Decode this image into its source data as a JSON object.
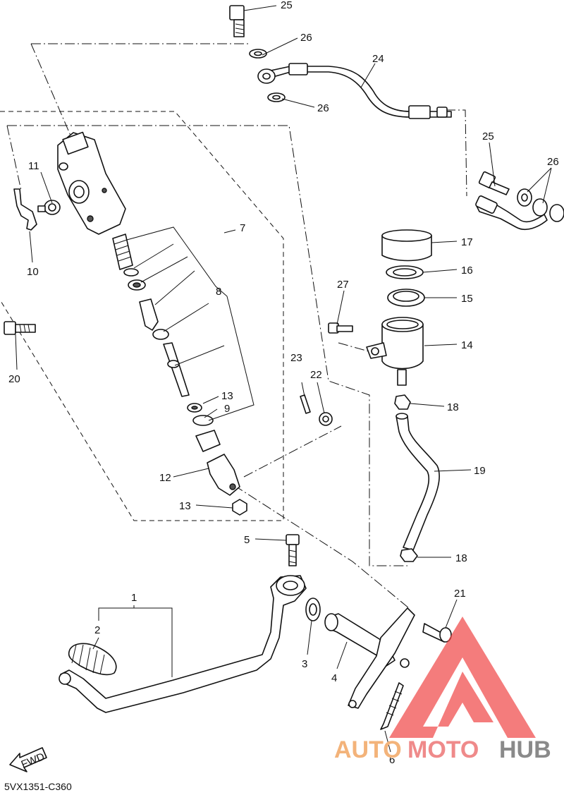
{
  "diagram": {
    "callouts": {
      "c1": "1",
      "c2": "2",
      "c3": "3",
      "c4": "4",
      "c5": "5",
      "c6": "6",
      "c7": "7",
      "c8": "8",
      "c9": "9",
      "c10": "10",
      "c11": "11",
      "c12": "12",
      "c13a": "13",
      "c13b": "13",
      "c14": "14",
      "c15": "15",
      "c16": "16",
      "c17": "17",
      "c18a": "18",
      "c18b": "18",
      "c19": "19",
      "c20": "20",
      "c21": "21",
      "c22": "22",
      "c23": "23",
      "c24": "24",
      "c25a": "25",
      "c25b": "25",
      "c26a": "26",
      "c26b": "26",
      "c26c": "26",
      "c27": "27"
    },
    "fwd_label": "FWD",
    "drawing_code": "5VX1351-C360"
  },
  "watermark": {
    "auto": "AUTO",
    "moto": "MOTO",
    "hub": "HUB",
    "colors": {
      "triangle": "#ef4444",
      "auto": "#f3b37a",
      "moto": "#ef8a8a",
      "hub": "#8a8a8a"
    }
  }
}
